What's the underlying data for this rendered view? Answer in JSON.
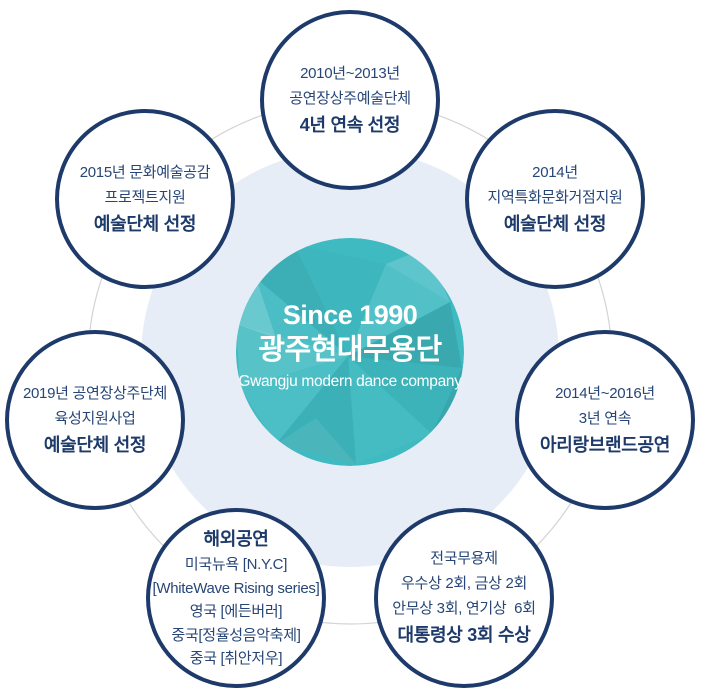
{
  "center": {
    "since": "Since 1990",
    "org_ko": "광주현대무용단",
    "org_en": "Gwangju modern dance company"
  },
  "circles": {
    "top": {
      "lines": [
        "2010년~2013년",
        "공연장상주예술단체",
        "4년 연속 선정"
      ]
    },
    "top_right": {
      "lines": [
        "2014년",
        "지역특화문화거점지원",
        "예술단체 선정"
      ]
    },
    "right": {
      "lines": [
        "2014년~2016년",
        "3년 연속",
        "아리랑브랜드공연"
      ]
    },
    "bottom_right": {
      "lines": [
        "전국무용제",
        "우수상 2회, 금상 2회",
        "안무상 3회, 연기상  6회",
        "대통령상 3회 수상"
      ]
    },
    "bottom_left": {
      "lines": [
        "해외공연",
        "미국뉴욕 [N.Y.C]",
        "[WhiteWave Rising series]",
        "영국 [에든버러]",
        "중국[정율성음악축제]",
        "중국 [취안저우]"
      ]
    },
    "left": {
      "lines": [
        "2019년 공연장상주단체",
        "육성지원사업",
        "예술단체 선정"
      ]
    },
    "top_left": {
      "lines": [
        "2015년 문화예술공감",
        "프로젝트지원",
        "예술단체 선정"
      ]
    }
  },
  "colors": {
    "navy_border": "#1d3a6a",
    "navy_text": "#274677",
    "teal_base": "#3fbac1",
    "halo": "#e7edf6",
    "ring_line": "#d3d3d3",
    "white": "#ffffff"
  }
}
